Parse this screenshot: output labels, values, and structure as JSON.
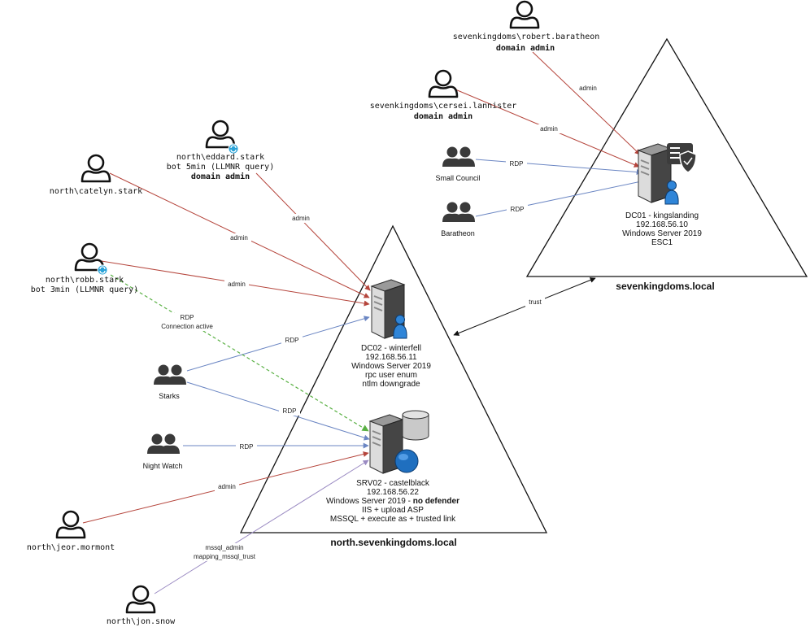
{
  "colors": {
    "admin": "#b5453c",
    "rdp": "#6b86c3",
    "mssql": "#9a8ac2",
    "connection": "#59b043",
    "trust": "#111111",
    "server_dark": "#3c3c3c",
    "server_light": "#d4d4d4",
    "blue_user": "#1f6fbf"
  },
  "domains": {
    "sevenkingdoms": {
      "label": "sevenkingdoms.local"
    },
    "north": {
      "label": "north.sevenkingdoms.local"
    }
  },
  "servers": {
    "dc01": {
      "lines": [
        "DC01 - kingslanding",
        "192.168.56.10",
        "Windows Server 2019",
        "ESC1"
      ],
      "icon": "domain-controller-icon"
    },
    "dc02": {
      "lines": [
        "DC02 - winterfell",
        "192.168.56.11",
        "Windows Server 2019",
        "rpc user enum",
        "ntlm downgrade"
      ],
      "icon": "server-user-icon"
    },
    "srv02": {
      "line1": "SRV02 - castelblack",
      "line2": "192.168.56.22",
      "line3a": "Windows Server 2019 - ",
      "line3b": "no defender",
      "line4": "IIS + upload ASP",
      "line5": "MSSQL + execute as + trusted link",
      "icon": "server-database-icon"
    }
  },
  "users": {
    "robert": {
      "name": "sevenkingdoms\\robert.baratheon",
      "role": "domain admin"
    },
    "cersei": {
      "name": "sevenkingdoms\\cersei.lannister",
      "role": "domain admin"
    },
    "eddard": {
      "name": "north\\eddard.stark",
      "note": "bot 5min (LLMNR query)",
      "role": "domain admin"
    },
    "catelyn": {
      "name": "north\\catelyn.stark"
    },
    "robb": {
      "name": "north\\robb.stark",
      "note": "bot 3min (LLMNR query)"
    },
    "jeor": {
      "name": "north\\jeor.mormont"
    },
    "jon": {
      "name": "north\\jon.snow"
    }
  },
  "groups": {
    "small_council": {
      "name": "Small Council"
    },
    "baratheon": {
      "name": "Baratheon"
    },
    "starks": {
      "name": "Starks"
    },
    "night_watch": {
      "name": "Night Watch"
    }
  },
  "edges": {
    "admin": "admin",
    "rdp": "RDP",
    "trust": "trust",
    "rdp_connection_1": "RDP",
    "rdp_connection_2": "Connection active",
    "mssql_1": "mssql_admin",
    "mssql_2": "mapping_mssql_trust"
  }
}
